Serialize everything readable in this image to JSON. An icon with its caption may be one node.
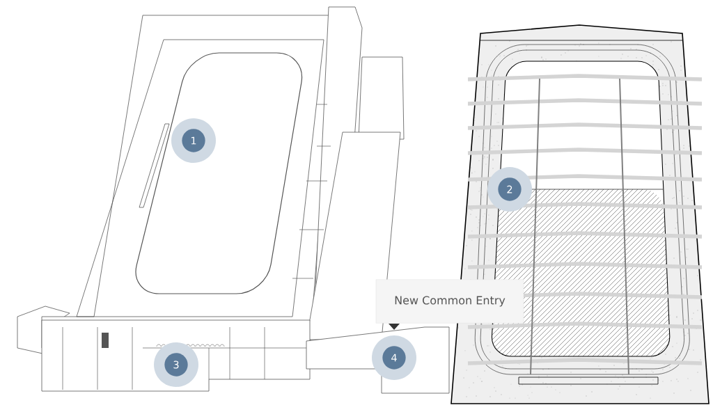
{
  "diagram": {
    "nodes": [
      {
        "text": [
          "1"
        ]
      },
      {
        "text": [
          "2"
        ]
      },
      {
        "text": [
          "New Common Entry"
        ]
      },
      {
        "text": [
          "3"
        ]
      },
      {
        "text": [
          "4"
        ]
      }
    ]
  }
}
